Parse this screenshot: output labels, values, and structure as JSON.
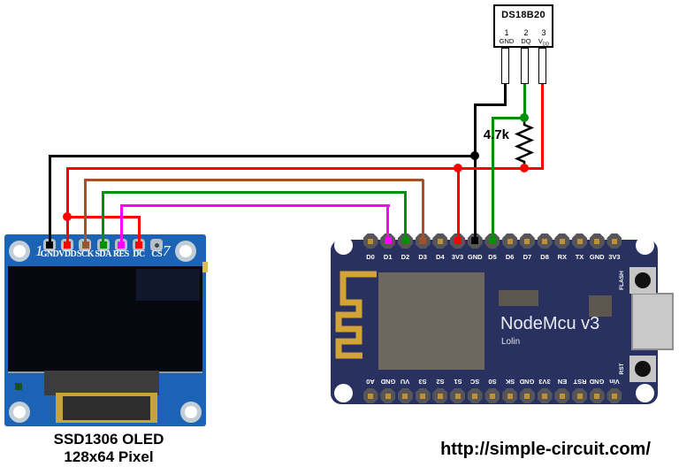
{
  "wire_colors": {
    "gnd": "#000000",
    "vdd": "#ff0000",
    "sck": "#a0522d",
    "sda": "#009100",
    "res": "#ff00ff",
    "dc": "#ff0000",
    "dq": "#009100"
  },
  "ds18b20": {
    "title": "DS18B20",
    "pins": [
      {
        "num": "1",
        "label": "GND"
      },
      {
        "num": "2",
        "label": "DQ"
      },
      {
        "num": "3",
        "label": "VDD"
      }
    ]
  },
  "resistor": {
    "value": "4.7k"
  },
  "oled": {
    "left_num": "1",
    "right_num": "7",
    "pins": [
      "GND",
      "VDD",
      "SCK",
      "SDA",
      "RES",
      "DC",
      "CS"
    ],
    "caption_line1": "SSD1306 OLED",
    "caption_line2": "128x64 Pixel"
  },
  "nodemcu": {
    "title": "NodeMcu v3",
    "subtitle": "Lolin",
    "flash_label": "FLASH",
    "rst_label": "RST",
    "top_pins": [
      "D0",
      "D1",
      "D2",
      "D3",
      "D4",
      "3V3",
      "GND",
      "D5",
      "D6",
      "D7",
      "D8",
      "RX",
      "TX",
      "GND",
      "3V3"
    ],
    "bottom_pins": [
      "A0",
      "GND",
      "VU",
      "S3",
      "S2",
      "S1",
      "SC",
      "S0",
      "SK",
      "GND",
      "3V3",
      "EN",
      "RST",
      "GND",
      "Vin"
    ]
  },
  "footer": {
    "url": "http://simple-circuit.com/"
  }
}
